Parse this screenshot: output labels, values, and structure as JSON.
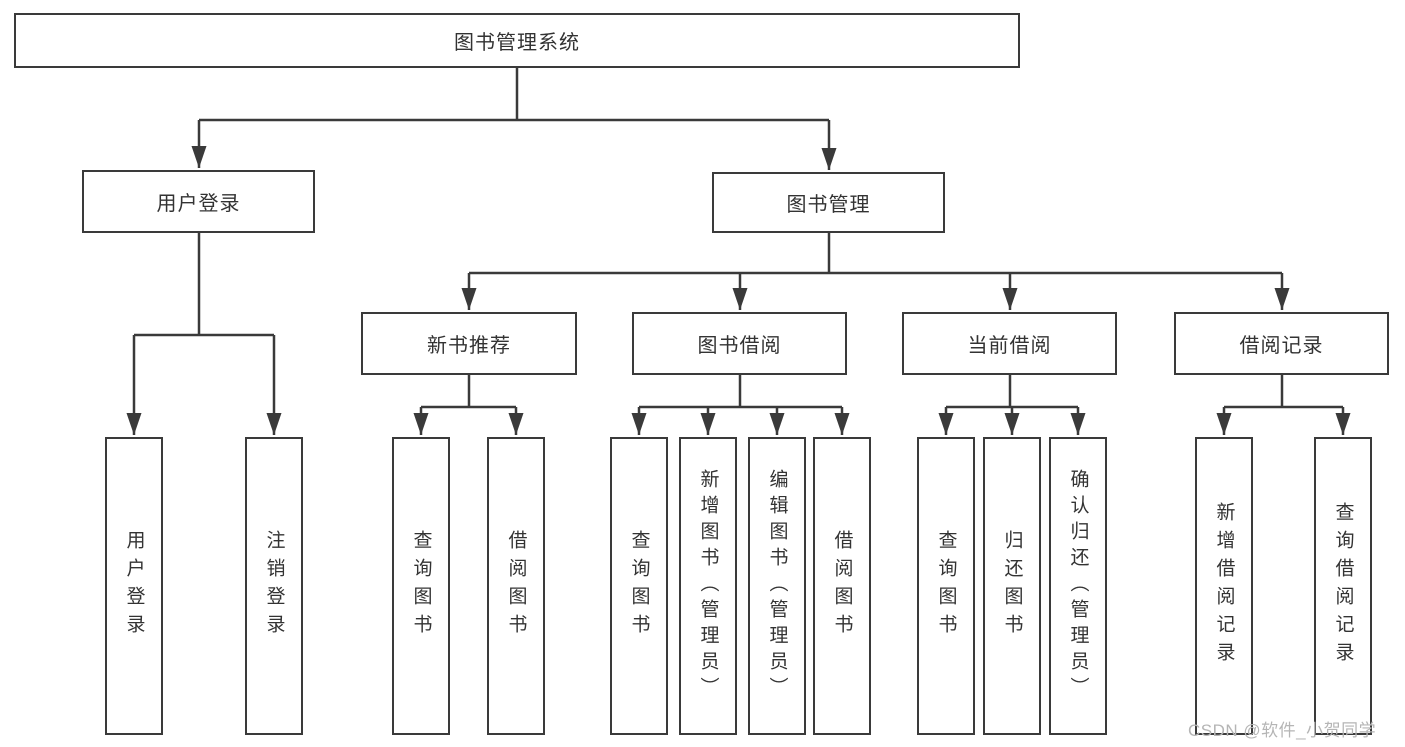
{
  "colors": {
    "line": "#3a3a3a",
    "box_border": "#3a3a3a",
    "text": "#333333",
    "watermark": "#b5b5b5",
    "background": "#ffffff"
  },
  "watermark": {
    "text": "CSDN @软件_小贺同学"
  },
  "tree": {
    "root": {
      "label": "图书管理系统",
      "children": [
        {
          "label": "用户登录",
          "children": [
            {
              "label": "用户登录"
            },
            {
              "label": "注销登录"
            }
          ]
        },
        {
          "label": "图书管理",
          "children": [
            {
              "label": "新书推荐",
              "children": [
                {
                  "label": "查询图书"
                },
                {
                  "label": "借阅图书"
                }
              ]
            },
            {
              "label": "图书借阅",
              "children": [
                {
                  "label": "查询图书"
                },
                {
                  "label": "新增图书（管理员）"
                },
                {
                  "label": "编辑图书（管理员）"
                },
                {
                  "label": "借阅图书"
                }
              ]
            },
            {
              "label": "当前借阅",
              "children": [
                {
                  "label": "查询图书"
                },
                {
                  "label": "归还图书"
                },
                {
                  "label": "确认归还（管理员）"
                }
              ]
            },
            {
              "label": "借阅记录",
              "children": [
                {
                  "label": "新增借阅记录"
                },
                {
                  "label": "查询借阅记录"
                }
              ]
            }
          ]
        }
      ]
    }
  }
}
